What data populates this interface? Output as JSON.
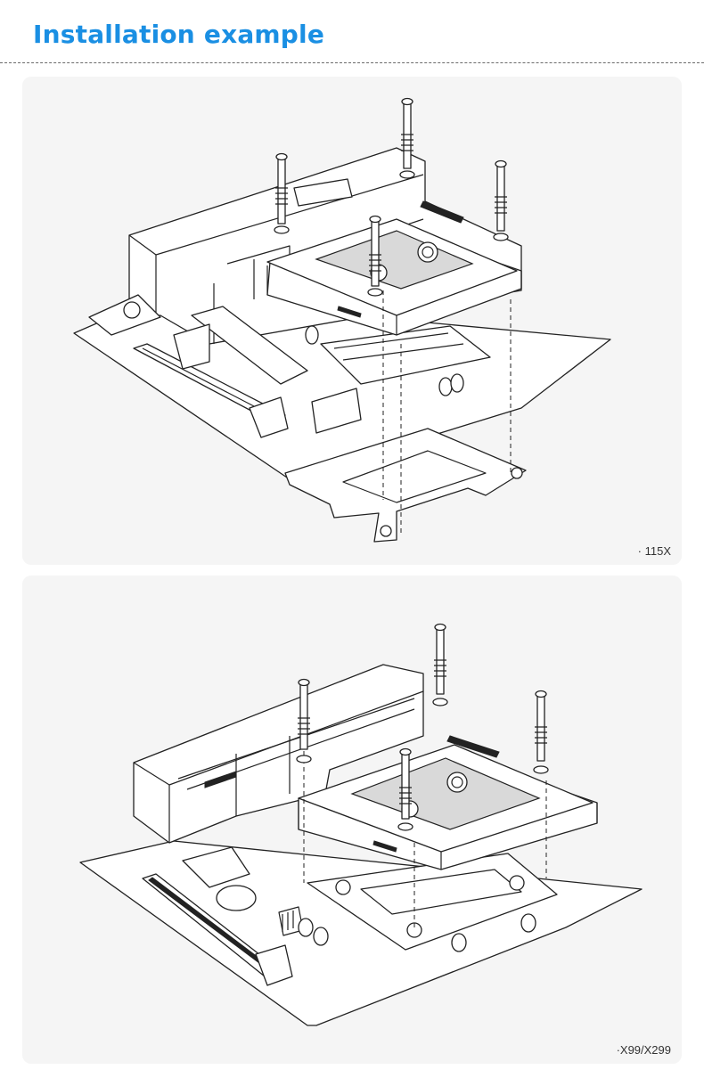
{
  "header": {
    "title": "Installation example"
  },
  "panels": [
    {
      "caption": "· 115X"
    },
    {
      "caption": "·X99/X299"
    }
  ],
  "colors": {
    "title": "#1a8fe3",
    "panel_background": "#f5f5f5",
    "line_art": "#222222"
  }
}
